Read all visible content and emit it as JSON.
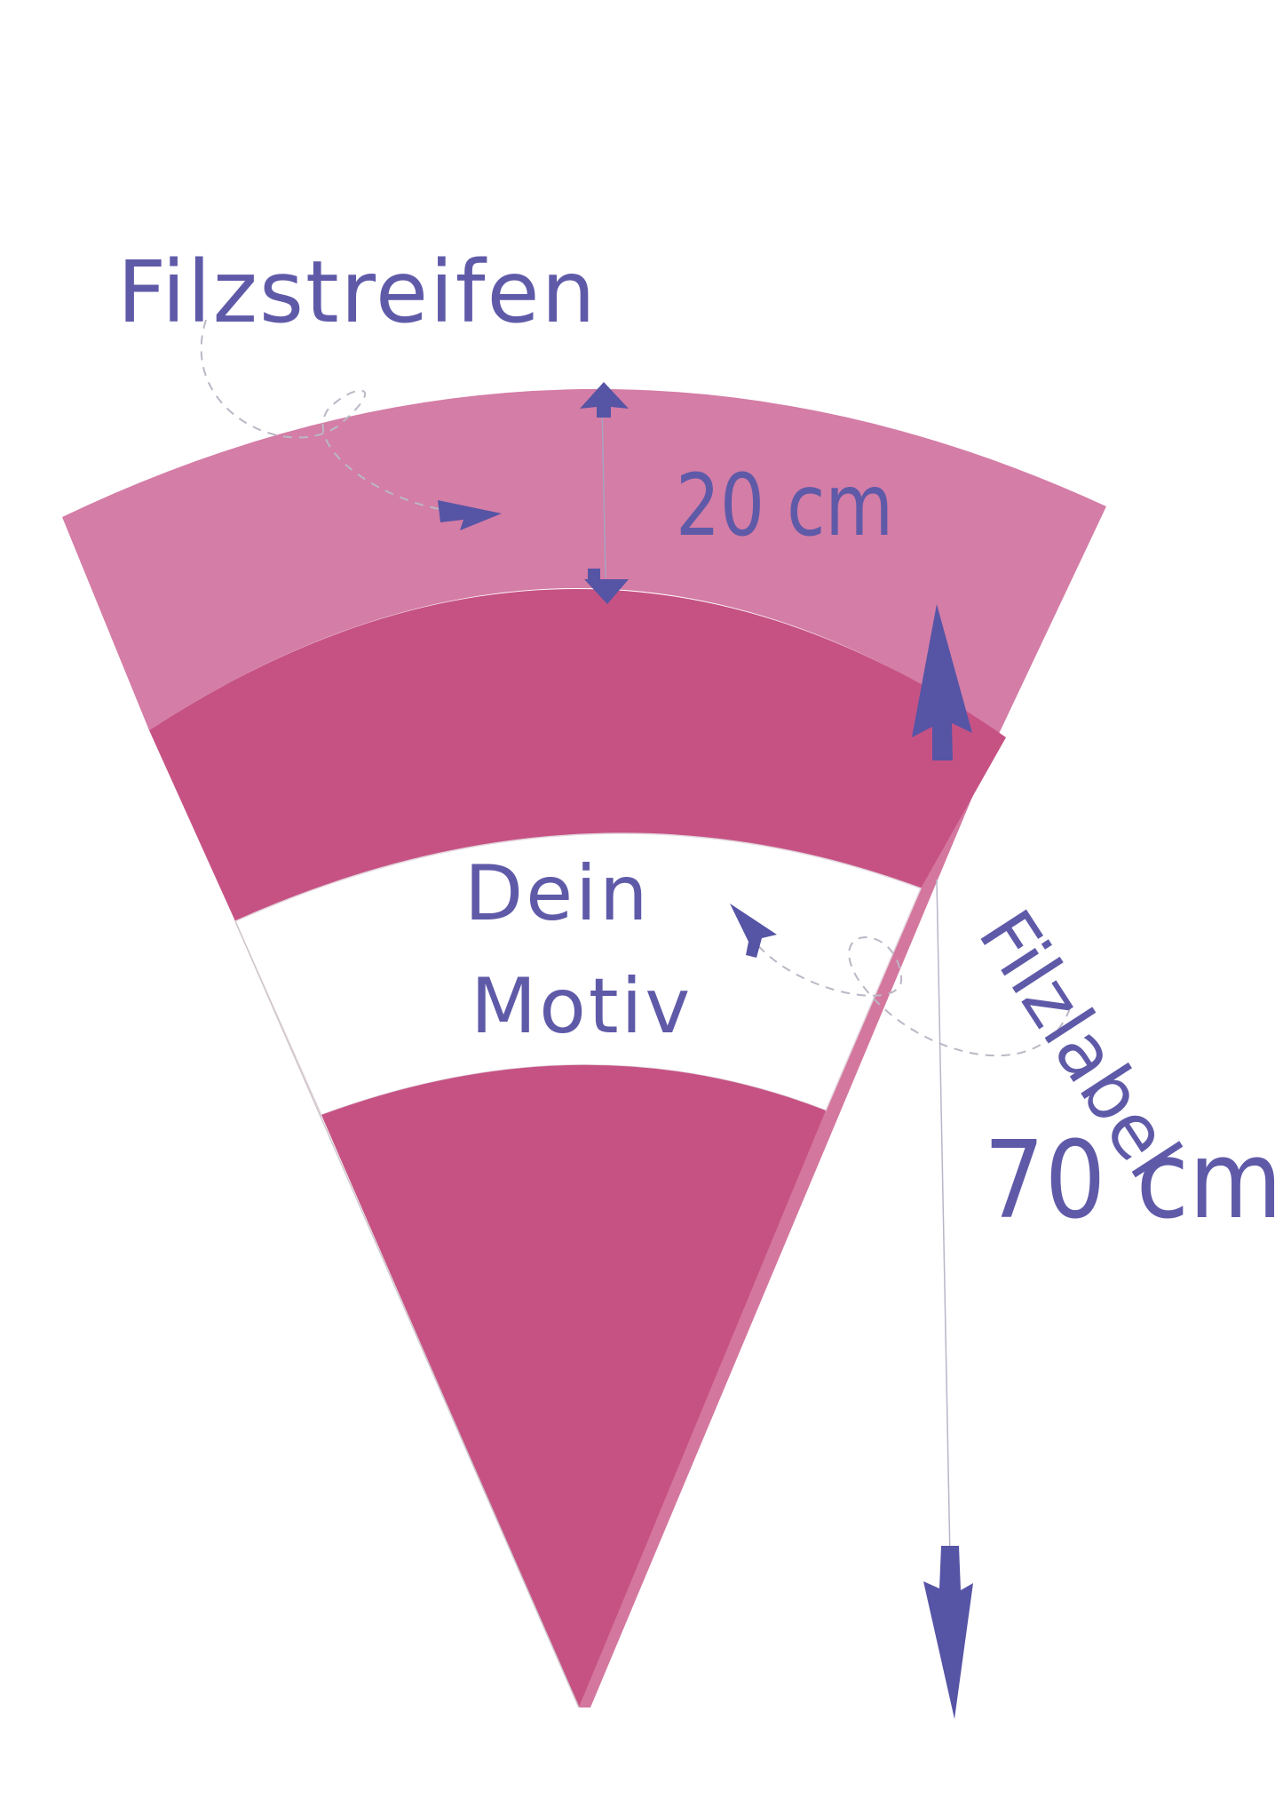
{
  "labels": {
    "felt_strip": "Filzstreifen",
    "strip_width": "20 cm",
    "motif_line1": "Dein",
    "motif_line2": "Motiv",
    "felt_label": "Filzlabel",
    "cone_height": "70 cm"
  },
  "colors": {
    "strip_light": "#d47da6",
    "cone_main": "#c65284",
    "seam_flap": "#d4779f",
    "motif_band": "#ffffff",
    "ink": "#5654a5",
    "background": "#ffffff"
  }
}
